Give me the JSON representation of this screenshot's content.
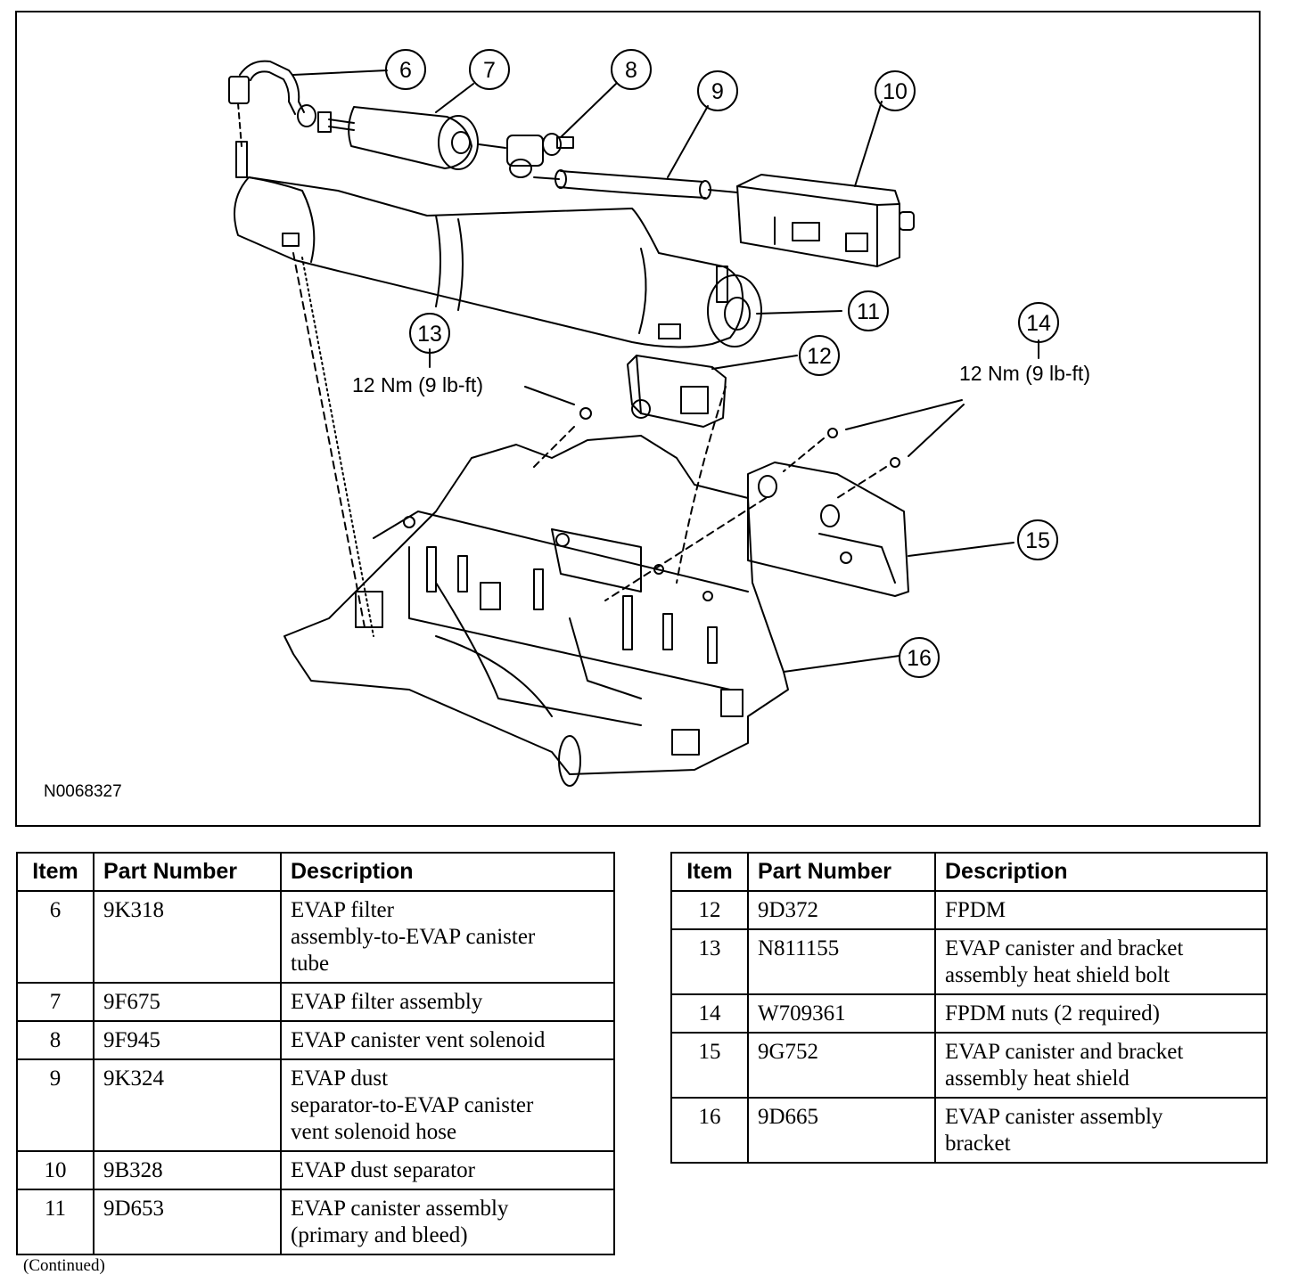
{
  "figure": {
    "id": "N0068327",
    "callouts": [
      "6",
      "7",
      "8",
      "9",
      "10",
      "11",
      "12",
      "13",
      "14",
      "15",
      "16"
    ],
    "torque_13": "12 Nm (9 lb-ft)",
    "torque_14": "12 Nm (9 lb-ft)"
  },
  "table_left": {
    "headers": {
      "item": "Item",
      "part": "Part Number",
      "desc": "Description"
    },
    "rows": [
      {
        "item": "6",
        "part": "9K318",
        "desc": "EVAP filter\nassembly-to-EVAP canister\ntube"
      },
      {
        "item": "7",
        "part": "9F675",
        "desc": "EVAP filter assembly"
      },
      {
        "item": "8",
        "part": "9F945",
        "desc": "EVAP canister vent solenoid"
      },
      {
        "item": "9",
        "part": "9K324",
        "desc": "EVAP dust\nseparator-to-EVAP canister\nvent solenoid hose"
      },
      {
        "item": "10",
        "part": "9B328",
        "desc": "EVAP dust separator"
      },
      {
        "item": "11",
        "part": "9D653",
        "desc": "EVAP canister assembly\n(primary and bleed)"
      }
    ]
  },
  "table_right": {
    "headers": {
      "item": "Item",
      "part": "Part Number",
      "desc": "Description"
    },
    "rows": [
      {
        "item": "12",
        "part": "9D372",
        "desc": "FPDM"
      },
      {
        "item": "13",
        "part": "N811155",
        "desc": "EVAP canister and bracket\nassembly heat shield bolt"
      },
      {
        "item": "14",
        "part": "W709361",
        "desc": "FPDM nuts (2 required)"
      },
      {
        "item": "15",
        "part": "9G752",
        "desc": "EVAP canister and bracket\nassembly heat shield"
      },
      {
        "item": "16",
        "part": "9D665",
        "desc": "EVAP canister assembly\nbracket"
      }
    ]
  },
  "footer": {
    "continued": "(Continued)"
  }
}
